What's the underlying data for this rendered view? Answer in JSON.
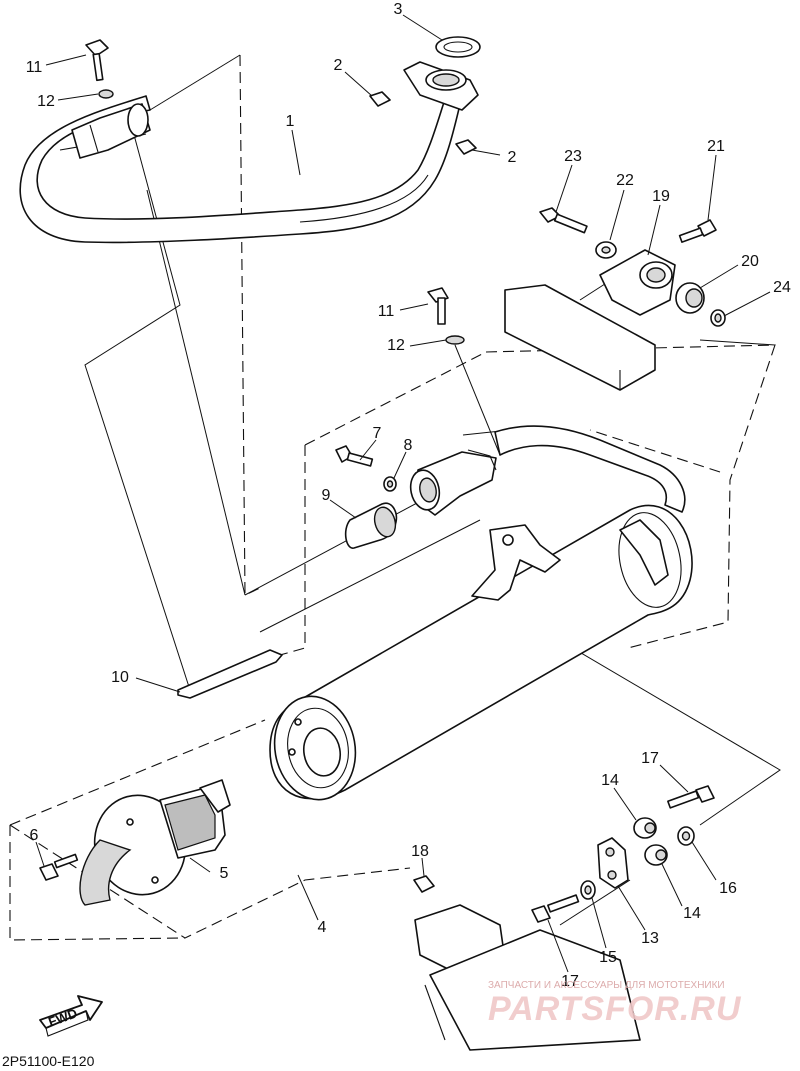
{
  "diagram": {
    "callouts": [
      {
        "id": "c3",
        "text": "3"
      },
      {
        "id": "c11a",
        "text": "11"
      },
      {
        "id": "c12a",
        "text": "12"
      },
      {
        "id": "c2a",
        "text": "2"
      },
      {
        "id": "c2b",
        "text": "2"
      },
      {
        "id": "c1",
        "text": "1"
      },
      {
        "id": "c23",
        "text": "23"
      },
      {
        "id": "c22",
        "text": "22"
      },
      {
        "id": "c19",
        "text": "19"
      },
      {
        "id": "c21",
        "text": "21"
      },
      {
        "id": "c20",
        "text": "20"
      },
      {
        "id": "c24",
        "text": "24"
      },
      {
        "id": "c11b",
        "text": "11"
      },
      {
        "id": "c12b",
        "text": "12"
      },
      {
        "id": "c7",
        "text": "7"
      },
      {
        "id": "c8",
        "text": "8"
      },
      {
        "id": "c9",
        "text": "9"
      },
      {
        "id": "c10",
        "text": "10"
      },
      {
        "id": "c6",
        "text": "6"
      },
      {
        "id": "c5",
        "text": "5"
      },
      {
        "id": "c4",
        "text": "4"
      },
      {
        "id": "c17a",
        "text": "17"
      },
      {
        "id": "c14a",
        "text": "14"
      },
      {
        "id": "c16",
        "text": "16"
      },
      {
        "id": "c14b",
        "text": "14"
      },
      {
        "id": "c18",
        "text": "18"
      },
      {
        "id": "c13",
        "text": "13"
      },
      {
        "id": "c15",
        "text": "15"
      },
      {
        "id": "c17b",
        "text": "17"
      }
    ],
    "fwd_label": "FWD",
    "diagram_code": "2P51100-E120"
  },
  "watermark": {
    "tagline": "ЗАПЧАСТИ И АКСЕССУАРЫ ДЛЯ МОТОТЕХНИКИ",
    "brand": "PARTSFOR.RU"
  }
}
